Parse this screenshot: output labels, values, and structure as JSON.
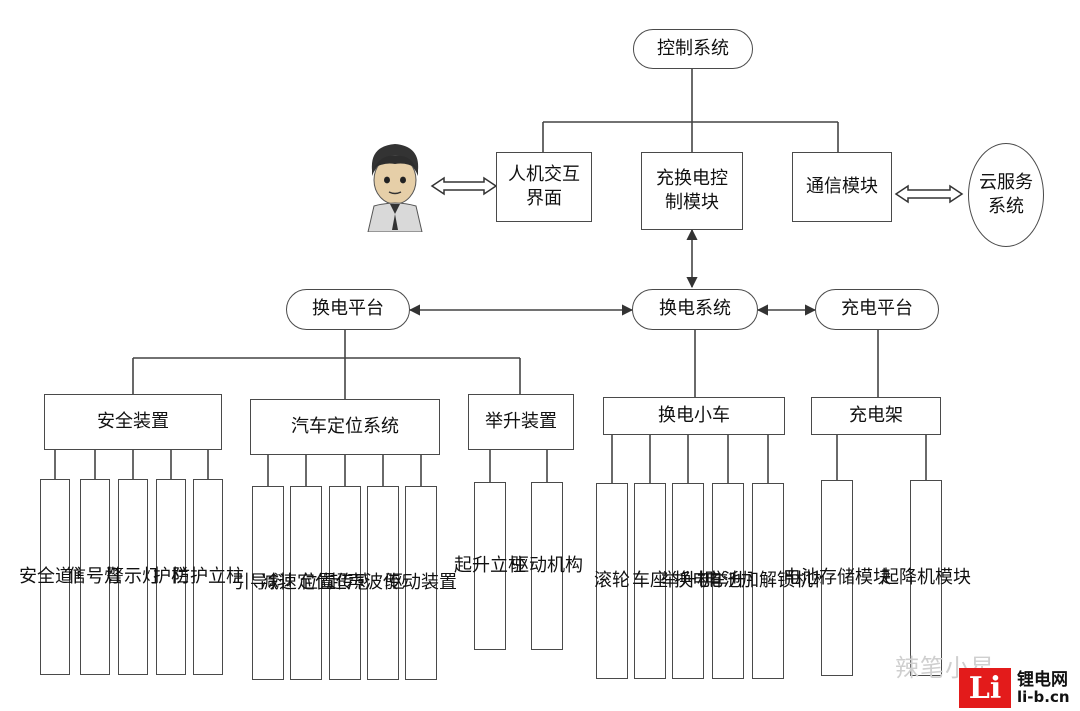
{
  "nodes": {
    "control": "控制系统",
    "hmi": "人机交互\n界面",
    "swap_ctrl": "充换电控\n制模块",
    "comm": "通信模块",
    "cloud": "云服务\n系统",
    "swap_platform": "换电平台",
    "swap_system": "换电系统",
    "charge_platform": "充电平台",
    "safety": "安全装置",
    "positioning": "汽车定位系统",
    "lifting": "举升装置",
    "swap_cart": "换电小车",
    "charge_rack": "充电架",
    "leaf_safety": [
      "安全道闸",
      "信号灯",
      "警示灯",
      "护栏",
      "防护立柱"
    ],
    "leaf_position": [
      "引导斜坡",
      "减速定位带",
      "位置传感器",
      "超声波传感器",
      "驱动装置"
    ],
    "leaf_lifting": [
      "起升立柱",
      "驱动机构"
    ],
    "leaf_cart": [
      "滚轮",
      "车座",
      "举升机",
      "换电举升平台",
      "电池加解锁机构"
    ],
    "leaf_charge": [
      "电池存储模块",
      "起降机模块"
    ]
  },
  "watermark": {
    "wechat": "辣笔小星",
    "logo_mark": "Li",
    "logo_cn": "锂电网",
    "logo_url": "li-b.cn"
  }
}
